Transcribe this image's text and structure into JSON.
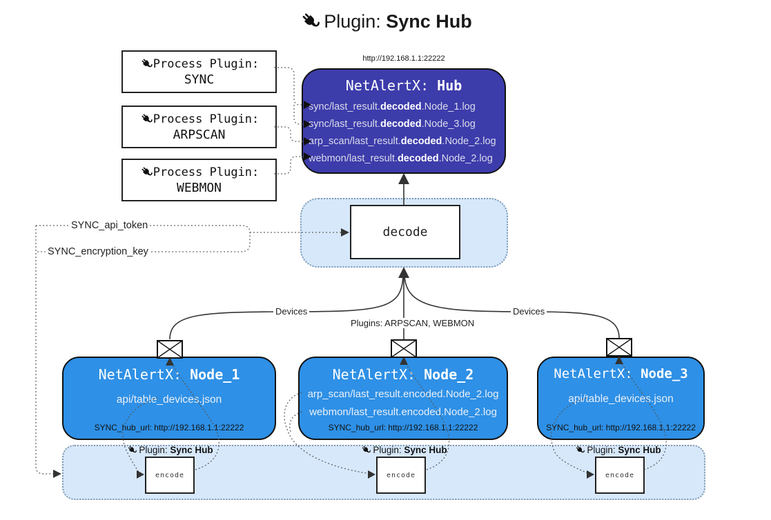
{
  "title": {
    "prefix": "Plugin: ",
    "name": "Sync Hub"
  },
  "icons": {
    "plug": "plug-icon",
    "envelope": "envelope-icon"
  },
  "hub": {
    "url": "http://192.168.1.1:22222",
    "title_prefix": "NetAlertX: ",
    "title_name": "Hub",
    "lines": [
      {
        "pre": "sync/last_result.",
        "bold": "decoded",
        "post": ".Node_1.log"
      },
      {
        "pre": "sync/last_result.",
        "bold": "decoded",
        "post": ".Node_3.log"
      },
      {
        "pre": "arp_scan/last_result.",
        "bold": "decoded",
        "post": ".Node_2.log"
      },
      {
        "pre": "webmon/last_result.",
        "bold": "decoded",
        "post": ".Node_2.log"
      }
    ]
  },
  "process_plugins": [
    {
      "label": "Process Plugin:",
      "name": "SYNC"
    },
    {
      "label": "Process Plugin:",
      "name": "ARPSCAN"
    },
    {
      "label": "Process Plugin:",
      "name": "WEBMON"
    }
  ],
  "decode": {
    "label": "decode"
  },
  "tokens": {
    "api_token": "SYNC_api_token",
    "encryption_key": "SYNC_encryption_key"
  },
  "edge_labels": {
    "devices_left": "Devices",
    "devices_right": "Devices",
    "plugins_center": "Plugins: ARPSCAN, WEBMON"
  },
  "nodes": [
    {
      "title_prefix": "NetAlertX: ",
      "title_name": "Node_1",
      "line1": "api/table_devices.json",
      "hub_url": "SYNC_hub_url: http://192.168.1.1:22222"
    },
    {
      "title_prefix": "NetAlertX: ",
      "title_name": "Node_2",
      "line1": "arp_scan/last_result.encoded.Node_2.log",
      "line2": "webmon/last_result.encoded.Node_2.log",
      "hub_url": "SYNC_hub_url: http://192.168.1.1:22222"
    },
    {
      "title_prefix": "NetAlertX: ",
      "title_name": "Node_3",
      "line1": "api/table_devices.json",
      "hub_url": "SYNC_hub_url: http://192.168.1.1:22222"
    }
  ],
  "encode_bar": {
    "plugin_prefix": "Plugin: ",
    "plugin_name": "Sync Hub",
    "encode_label": "encode"
  },
  "colors": {
    "hub_bg": "#3d3cab",
    "node_bg": "#2e90e6",
    "container_bg": "#d7e8fb",
    "line_dark": "#333333",
    "line_dotted": "#666666"
  }
}
